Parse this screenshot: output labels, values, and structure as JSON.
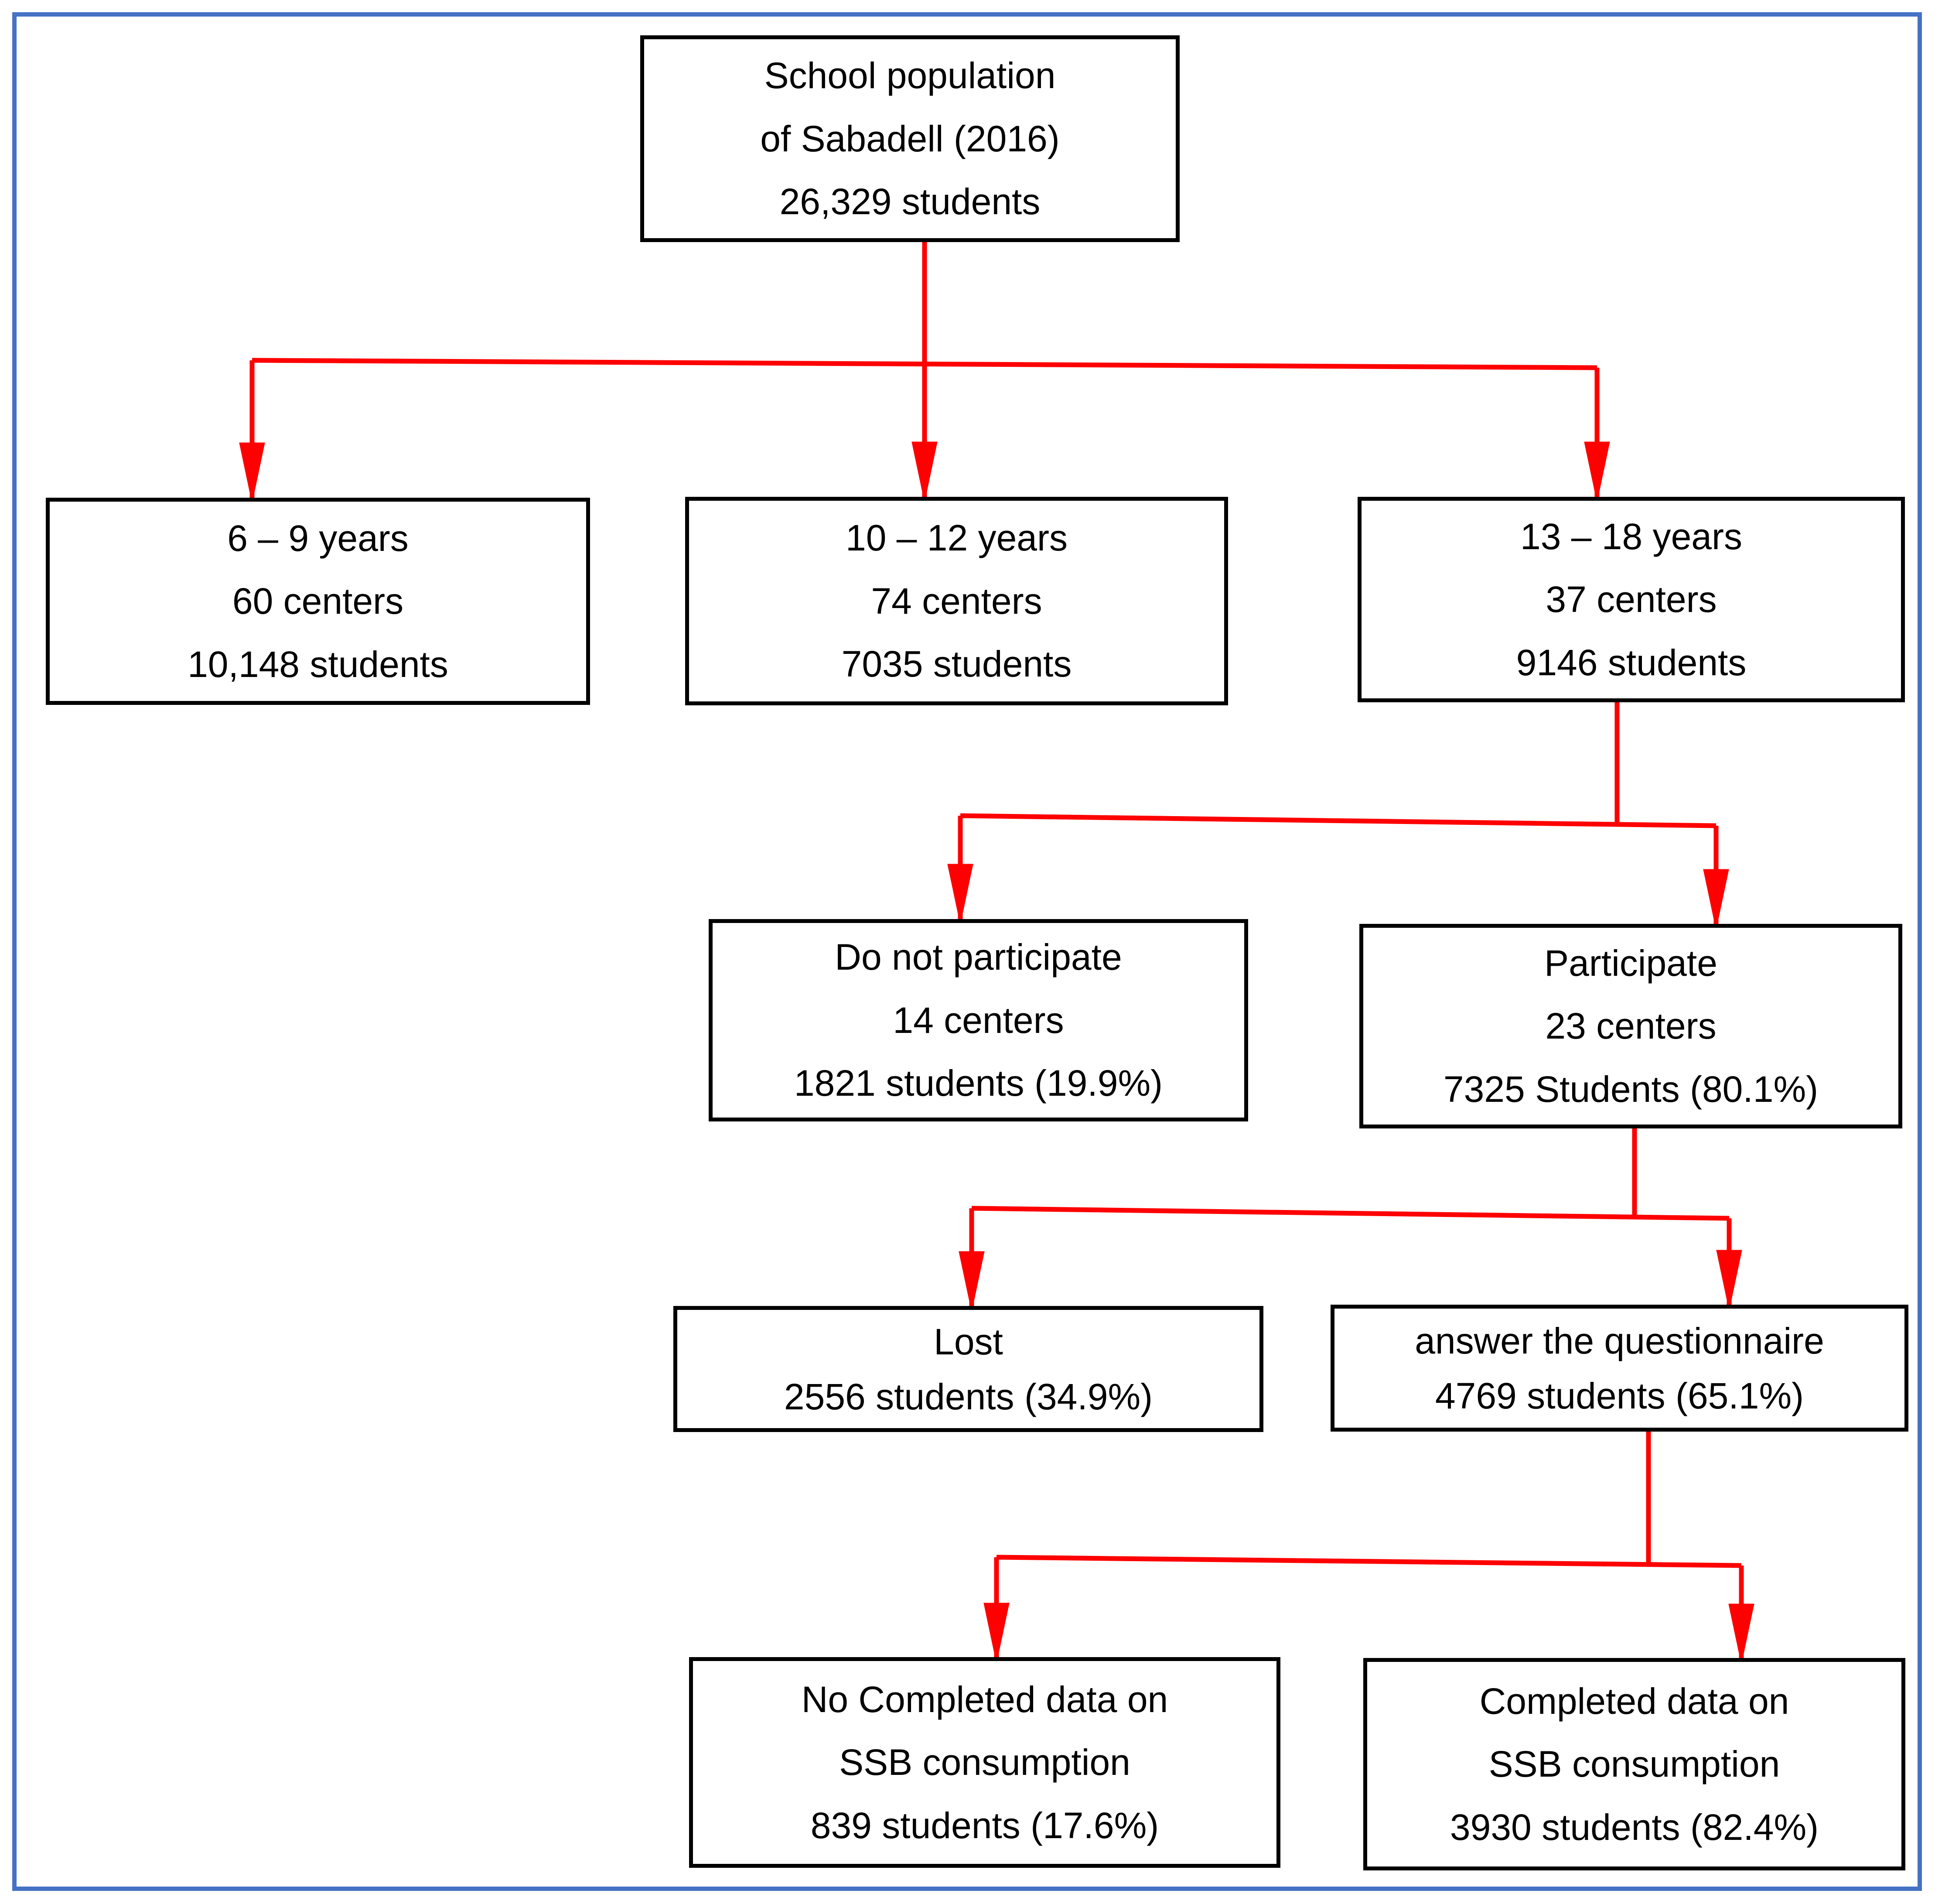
{
  "colors": {
    "connector_red": "#FF0000",
    "box_border_black": "#000000",
    "frame_border_blue": "#4472C4",
    "background": "#FFFFFF",
    "text": "#000000"
  },
  "boxes": {
    "population": {
      "lines": [
        "School population",
        "of Sabadell (2016)",
        "26,329 students"
      ]
    },
    "age_6_9": {
      "lines": [
        "6 – 9 years",
        "60 centers",
        "10,148 students"
      ]
    },
    "age_10_12": {
      "lines": [
        "10 – 12 years",
        "74 centers",
        "7035 students"
      ]
    },
    "age_13_18": {
      "lines": [
        "13 – 18 years",
        "37 centers",
        "9146 students"
      ]
    },
    "do_not_participate": {
      "lines": [
        "Do not participate",
        "14 centers",
        "1821 students (19.9%)"
      ]
    },
    "participate": {
      "lines": [
        "Participate",
        "23 centers",
        "7325 Students (80.1%)"
      ]
    },
    "lost": {
      "lines": [
        "Lost",
        "2556 students (34.9%)"
      ]
    },
    "answer_questionnaire": {
      "lines": [
        "answer the questionnaire",
        "4769 students (65.1%)"
      ]
    },
    "no_completed_ssb": {
      "lines": [
        "No Completed data on",
        "SSB consumption",
        "839 students (17.6%)"
      ]
    },
    "completed_ssb": {
      "lines": [
        "Completed data on",
        "SSB consumption",
        "3930 students (82.4%)"
      ]
    }
  }
}
